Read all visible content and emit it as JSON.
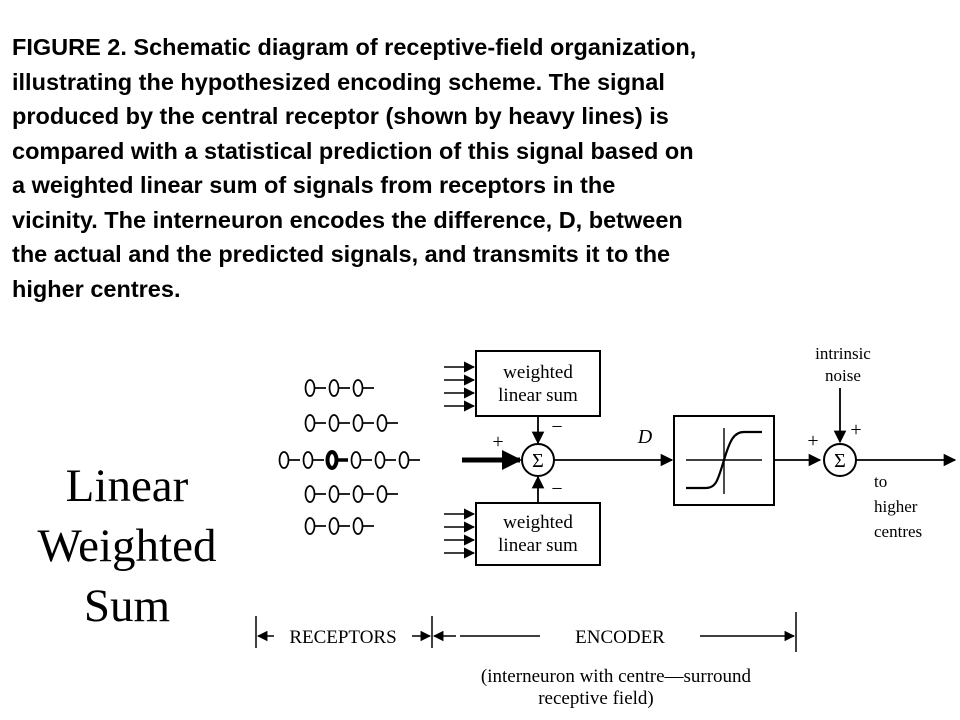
{
  "caption": {
    "lines": [
      "FIGURE 2. Schematic diagram of receptive-field organization,",
      "illustrating the hypothesized encoding scheme. The signal",
      "produced by the central receptor (shown by heavy lines) is",
      "compared with a statistical prediction of this signal based on",
      "a weighted linear sum of signals from receptors in the",
      "vicinity. The interneuron encodes the difference, D, between",
      "the actual and the predicted signals, and transmits it to the",
      "higher centres."
    ]
  },
  "side_title": {
    "lines": [
      "Linear",
      "Weighted",
      "Sum"
    ]
  },
  "diagram": {
    "box_top": {
      "line1": "weighted",
      "line2": "linear sum"
    },
    "box_bottom": {
      "line1": "weighted",
      "line2": "linear sum"
    },
    "sigma": "Σ",
    "plus": "+",
    "minus": "−",
    "d_label": "D",
    "noise": {
      "line1": "intrinsic",
      "line2": "noise"
    },
    "output": {
      "line1": "to",
      "line2": "higher",
      "line3": "centres"
    },
    "receptors_label": "RECEPTORS",
    "encoder_label": "ENCODER",
    "paren": {
      "line1": "(interneuron with centre—surround",
      "line2": "receptive field)"
    }
  }
}
